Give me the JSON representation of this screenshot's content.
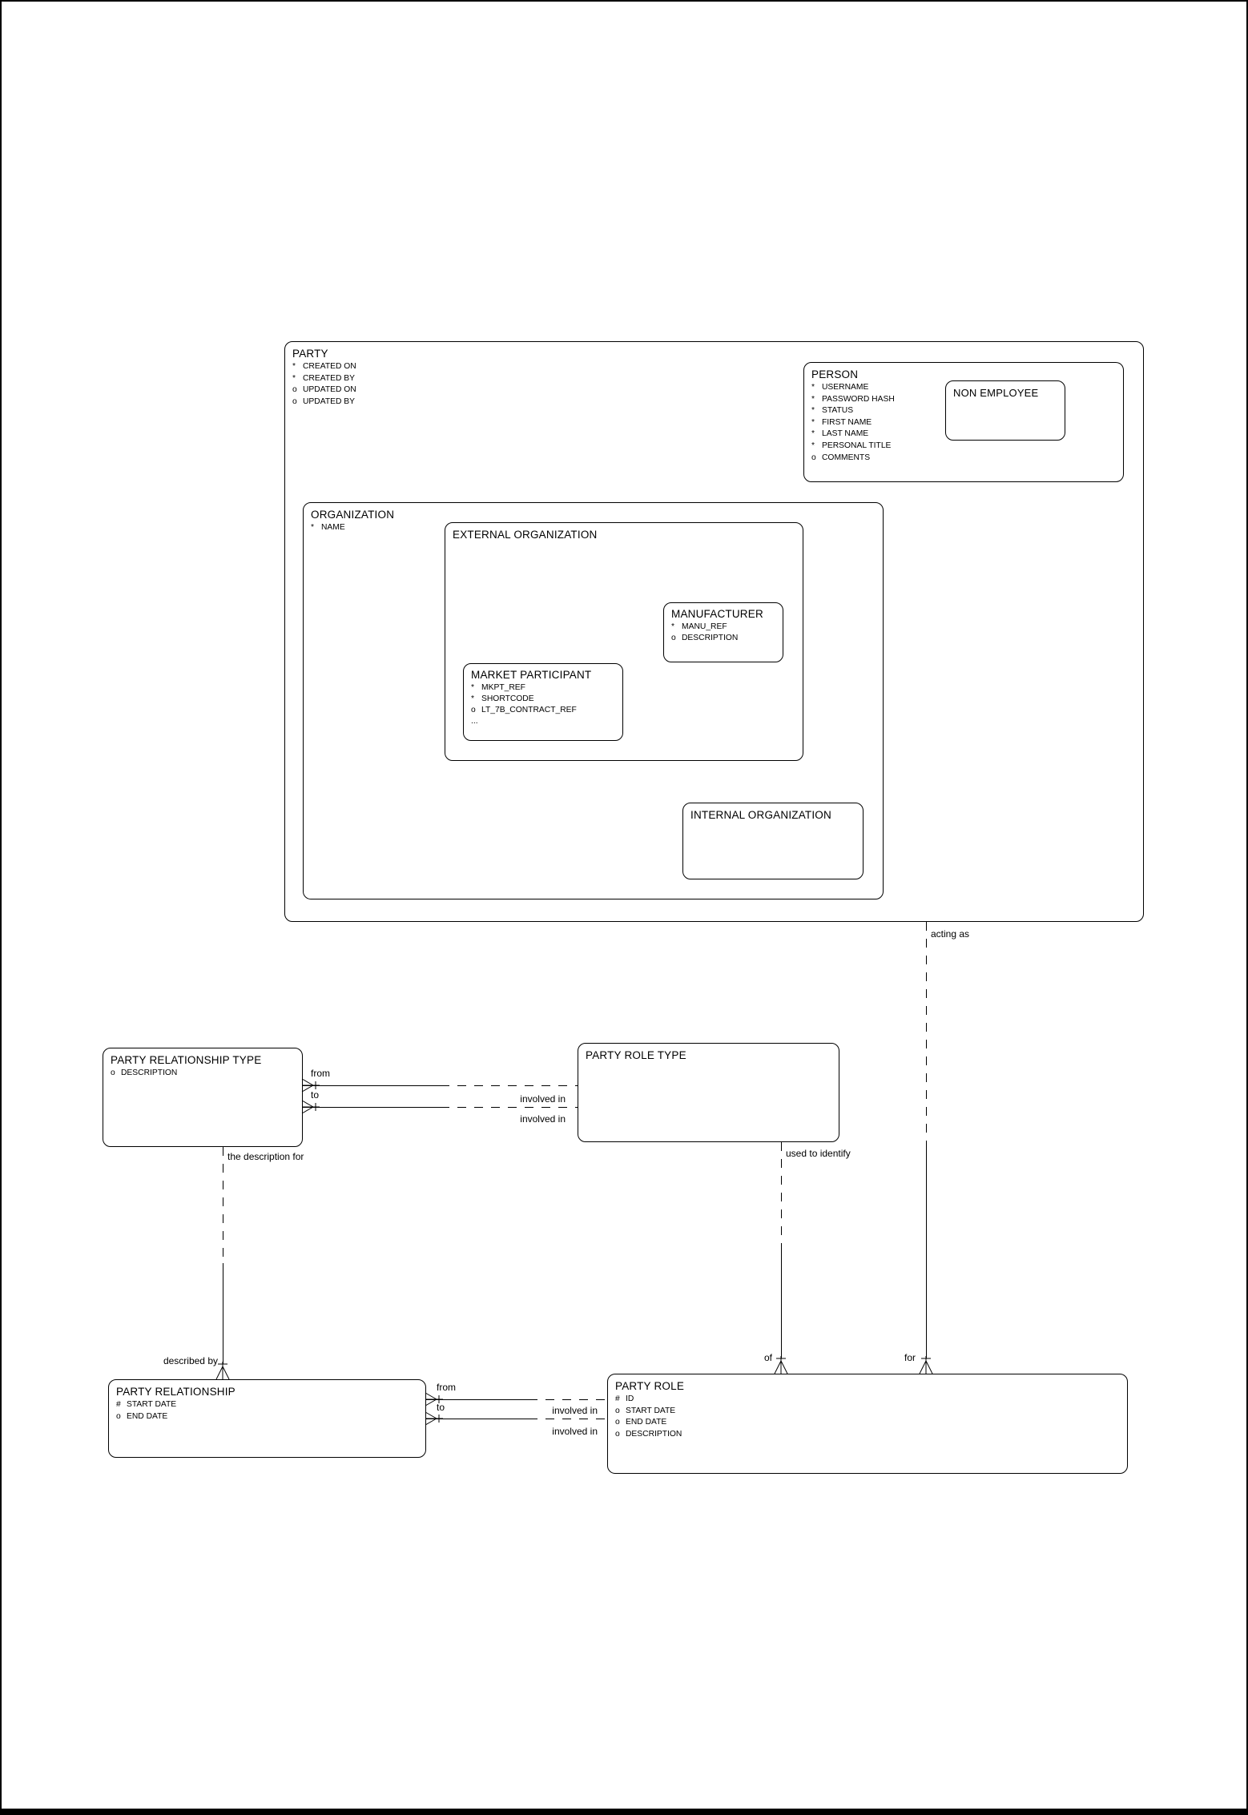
{
  "page": {
    "background": "#ffffff",
    "line_color": "#000000"
  },
  "entities": {
    "party": {
      "title": "PARTY",
      "attributes": [
        {
          "prefix": "*",
          "name": "CREATED ON"
        },
        {
          "prefix": "*",
          "name": "CREATED BY"
        },
        {
          "prefix": "o",
          "name": "UPDATED ON"
        },
        {
          "prefix": "o",
          "name": "UPDATED BY"
        }
      ]
    },
    "person": {
      "title": "PERSON",
      "attributes": [
        {
          "prefix": "*",
          "name": "USERNAME"
        },
        {
          "prefix": "*",
          "name": "PASSWORD HASH"
        },
        {
          "prefix": "*",
          "name": "STATUS"
        },
        {
          "prefix": "*",
          "name": "FIRST NAME"
        },
        {
          "prefix": "*",
          "name": "LAST NAME"
        },
        {
          "prefix": "*",
          "name": "PERSONAL TITLE"
        },
        {
          "prefix": "o",
          "name": "COMMENTS"
        }
      ]
    },
    "non_employee": {
      "title": "NON EMPLOYEE",
      "attributes": []
    },
    "organization": {
      "title": "ORGANIZATION",
      "attributes": [
        {
          "prefix": "*",
          "name": "NAME"
        }
      ]
    },
    "external_organization": {
      "title": "EXTERNAL ORGANIZATION",
      "attributes": []
    },
    "manufacturer": {
      "title": "MANUFACTURER",
      "attributes": [
        {
          "prefix": "*",
          "name": "MANU_REF"
        },
        {
          "prefix": "o",
          "name": "DESCRIPTION"
        }
      ]
    },
    "market_participant": {
      "title": "MARKET PARTICIPANT",
      "attributes": [
        {
          "prefix": "*",
          "name": "MKPT_REF"
        },
        {
          "prefix": "*",
          "name": "SHORTCODE"
        },
        {
          "prefix": "o",
          "name": "LT_7B_CONTRACT_REF"
        },
        {
          "prefix": "...",
          "name": ""
        }
      ]
    },
    "internal_organization": {
      "title": "INTERNAL ORGANIZATION",
      "attributes": []
    },
    "party_relationship_type": {
      "title": "PARTY RELATIONSHIP TYPE",
      "attributes": [
        {
          "prefix": "o",
          "name": "DESCRIPTION"
        }
      ]
    },
    "party_role_type": {
      "title": "PARTY ROLE TYPE",
      "attributes": []
    },
    "party_relationship": {
      "title": "PARTY RELATIONSHIP",
      "attributes": [
        {
          "prefix": "#",
          "name": "START DATE"
        },
        {
          "prefix": "o",
          "name": "END DATE"
        }
      ]
    },
    "party_role": {
      "title": "PARTY ROLE",
      "attributes": [
        {
          "prefix": "#",
          "name": "ID"
        },
        {
          "prefix": "o",
          "name": "START DATE"
        },
        {
          "prefix": "o",
          "name": "END DATE"
        },
        {
          "prefix": "o",
          "name": "DESCRIPTION"
        }
      ]
    }
  },
  "labels": {
    "acting_as": "acting as",
    "type_from": "from",
    "type_to": "to",
    "type_involved_in_1": "involved in",
    "type_involved_in_2": "involved in",
    "the_description_for": "the description for",
    "used_to_identify": "used to identify",
    "described_by": "described by",
    "of": "of",
    "for": "for",
    "rel_from": "from",
    "rel_to": "to",
    "rel_involved_in_1": "involved in",
    "rel_involved_in_2": "involved in"
  }
}
